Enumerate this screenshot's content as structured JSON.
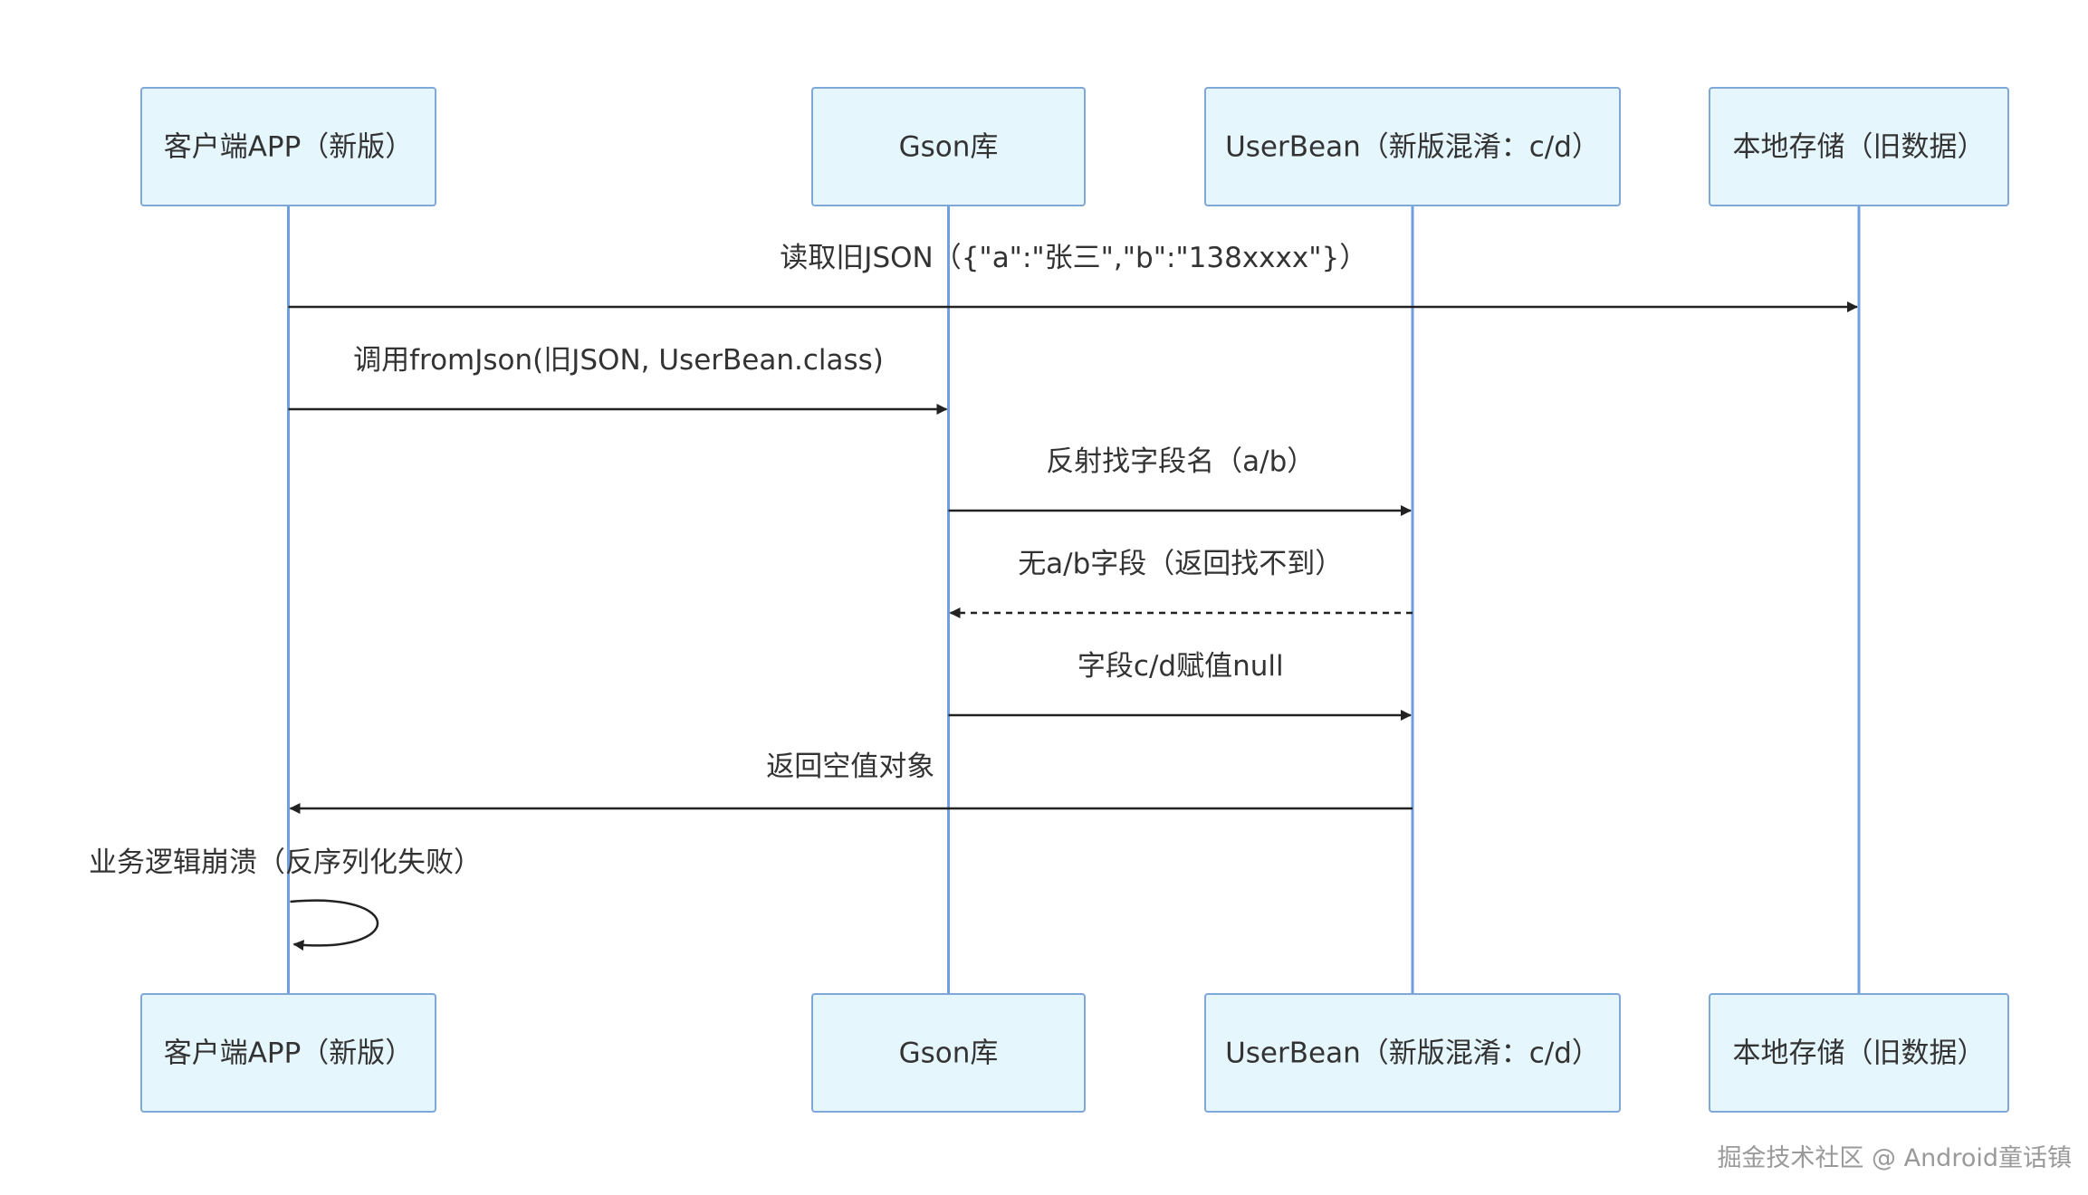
{
  "participants": [
    {
      "id": "app",
      "label": "客户端APP（新版）"
    },
    {
      "id": "gson",
      "label": "Gson库"
    },
    {
      "id": "bean",
      "label": "UserBean（新版混淆：c/d）"
    },
    {
      "id": "storage",
      "label": "本地存储（旧数据）"
    }
  ],
  "messages": [
    {
      "from": "app",
      "to": "storage",
      "label": "读取旧JSON（{\"a\":\"张三\",\"b\":\"138xxxx\"}）",
      "style": "solid"
    },
    {
      "from": "app",
      "to": "gson",
      "label": "调用fromJson(旧JSON, UserBean.class)",
      "style": "solid"
    },
    {
      "from": "gson",
      "to": "bean",
      "label": "反射找字段名（a/b）",
      "style": "solid"
    },
    {
      "from": "bean",
      "to": "gson",
      "label": "无a/b字段（返回找不到）",
      "style": "dashed"
    },
    {
      "from": "gson",
      "to": "bean",
      "label": "字段c/d赋值null",
      "style": "solid"
    },
    {
      "from": "bean",
      "to": "app",
      "label": "返回空值对象",
      "style": "solid"
    },
    {
      "from": "app",
      "to": "app",
      "label": "业务逻辑崩溃（反序列化失败）",
      "style": "solid"
    }
  ],
  "watermark": "掘金技术社区 @ Android童话镇",
  "colors": {
    "box_fill": "#e6f6fd",
    "box_stroke": "#7fa8d9",
    "lifeline": "#6f9fe0",
    "arrow": "#222222",
    "text": "#333333"
  }
}
